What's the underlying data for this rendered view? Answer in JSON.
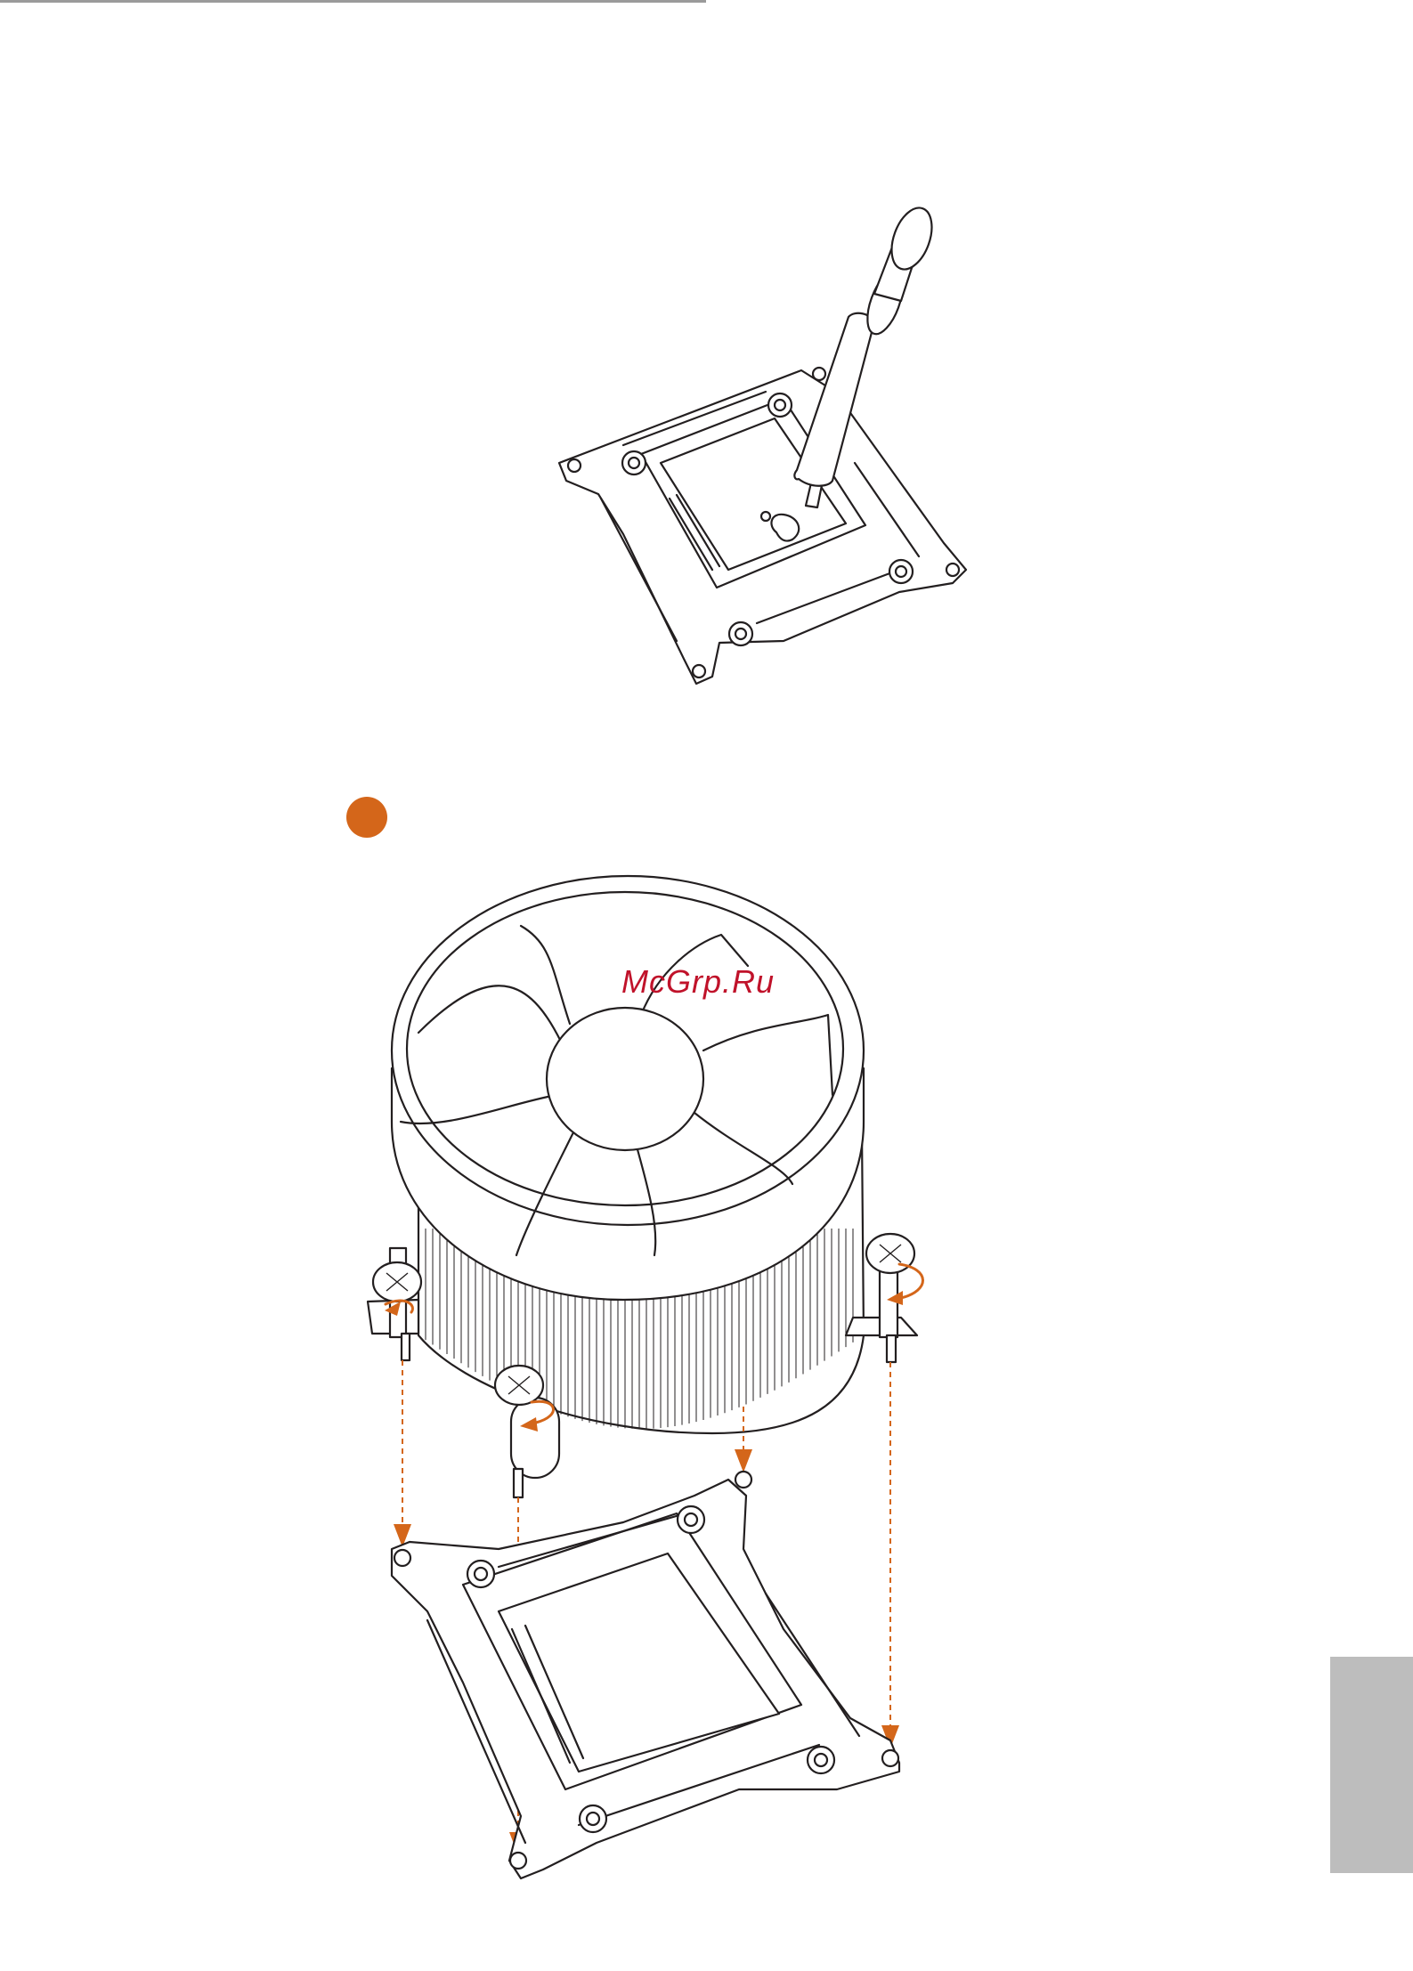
{
  "watermark": "McGrp.Ru",
  "colors": {
    "accent": "#d4661a",
    "rule": "#9a9a9a",
    "side_tab": "#bdbdbd",
    "watermark": "#c0122a"
  },
  "figures": [
    {
      "name": "thermal-paste-on-cpu-socket"
    },
    {
      "name": "install-cpu-cooler-onto-socket"
    }
  ]
}
